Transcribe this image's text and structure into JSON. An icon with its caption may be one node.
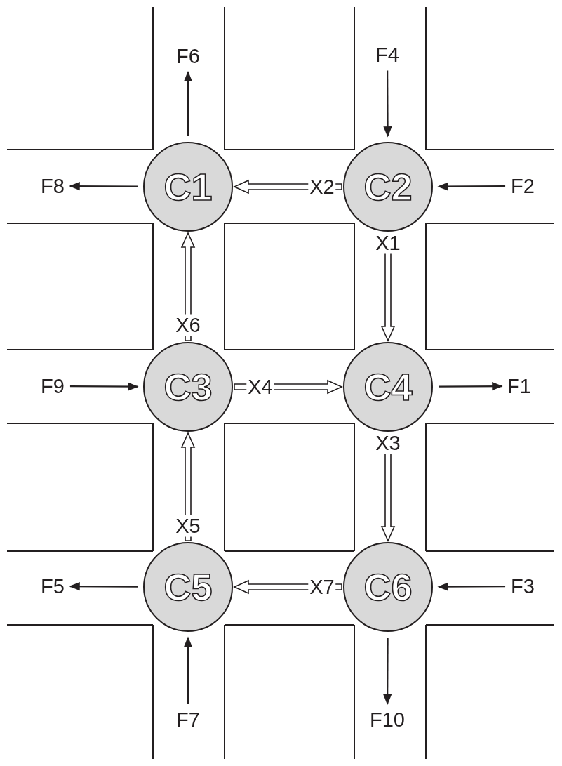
{
  "diagram": {
    "nodes": [
      {
        "text": [
          "F6"
        ]
      },
      {
        "text": [
          "F4"
        ]
      },
      {
        "text": [
          "F8"
        ]
      },
      {
        "text": [
          "C1"
        ]
      },
      {
        "text": [
          "C2"
        ]
      },
      {
        "text": [
          "F2"
        ]
      },
      {
        "text": [
          "F9"
        ]
      },
      {
        "text": [
          "C3"
        ]
      },
      {
        "text": [
          "C4"
        ]
      },
      {
        "text": [
          "F1"
        ]
      },
      {
        "text": [
          "F5"
        ]
      },
      {
        "text": [
          "C5"
        ]
      },
      {
        "text": [
          "C6"
        ]
      },
      {
        "text": [
          "F3"
        ]
      },
      {
        "text": [
          "F7"
        ]
      },
      {
        "text": [
          "F10"
        ]
      }
    ],
    "edges": [
      {
        "from": 3,
        "to": 0,
        "arrow": "to"
      },
      {
        "from": 1,
        "to": 4,
        "arrow": "to"
      },
      {
        "from": 3,
        "to": 2,
        "arrow": "to"
      },
      {
        "from": 5,
        "to": 4,
        "arrow": "to"
      },
      {
        "from": 4,
        "to": 3,
        "arrow": "to",
        "label": "X2",
        "style": "thick"
      },
      {
        "from": 4,
        "to": 8,
        "arrow": "to",
        "label": "X1",
        "style": "thick"
      },
      {
        "from": 7,
        "to": 3,
        "arrow": "to",
        "label": "X6",
        "style": "thick"
      },
      {
        "from": 6,
        "to": 7,
        "arrow": "to"
      },
      {
        "from": 7,
        "to": 8,
        "arrow": "to",
        "label": "X4",
        "style": "thick"
      },
      {
        "from": 8,
        "to": 9,
        "arrow": "to"
      },
      {
        "from": 8,
        "to": 12,
        "arrow": "to",
        "label": "X3",
        "style": "thick"
      },
      {
        "from": 11,
        "to": 7,
        "arrow": "to",
        "label": "X5",
        "style": "thick"
      },
      {
        "from": 11,
        "to": 10,
        "arrow": "to"
      },
      {
        "from": 13,
        "to": 12,
        "arrow": "to"
      },
      {
        "from": 12,
        "to": 11,
        "arrow": "to",
        "label": "X7",
        "style": "thick"
      },
      {
        "from": 14,
        "to": 11,
        "arrow": "to"
      },
      {
        "from": 12,
        "to": 15,
        "arrow": "to"
      }
    ]
  }
}
